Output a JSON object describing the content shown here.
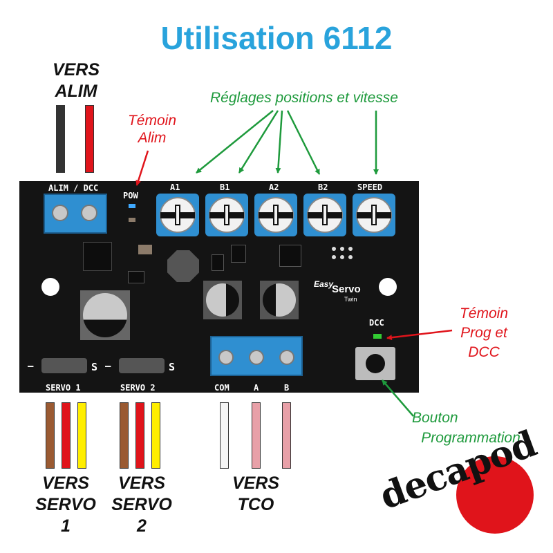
{
  "title": "Utilisation 6112",
  "labels": {
    "vers_alim": [
      "VERS",
      "ALIM"
    ],
    "temoin_alim": [
      "Témoin",
      "Alim"
    ],
    "reglages": "Réglages positions et vitesse",
    "temoin_prog": [
      "Témoin",
      "Prog et",
      "DCC"
    ],
    "bouton_prog": [
      "Bouton",
      "Programmation"
    ],
    "vers_servo1": [
      "VERS",
      "SERVO",
      "1"
    ],
    "vers_servo2": [
      "VERS",
      "SERVO",
      "2"
    ],
    "vers_tco": [
      "VERS",
      "TCO"
    ]
  },
  "pcb": {
    "alim_dcc": "ALIM / DCC",
    "pow": "POW",
    "pots": [
      "A1",
      "B1",
      "A2",
      "B2",
      "SPEED"
    ],
    "servo1": "SERVO 1",
    "servo2": "SERVO 2",
    "servo_minus": "—",
    "servo_s": "S",
    "tco": [
      "COM",
      "A",
      "B"
    ],
    "dcc": "DCC",
    "brand_easy": "Easy",
    "brand_servo": "Servo",
    "brand_twin": "Twin"
  },
  "logo": "decapod",
  "colors": {
    "title": "#29a3dc",
    "red_label": "#e0141b",
    "green_label": "#1e9a3c",
    "board": "#141414",
    "terminal": "#2f8fd1",
    "wire_black": "#333333",
    "wire_red": "#e0141b",
    "wire_brown": "#9a5a32",
    "wire_yellow": "#ffee00",
    "wire_white": "#f5f5f5",
    "wire_pink": "#e8a0a8"
  }
}
